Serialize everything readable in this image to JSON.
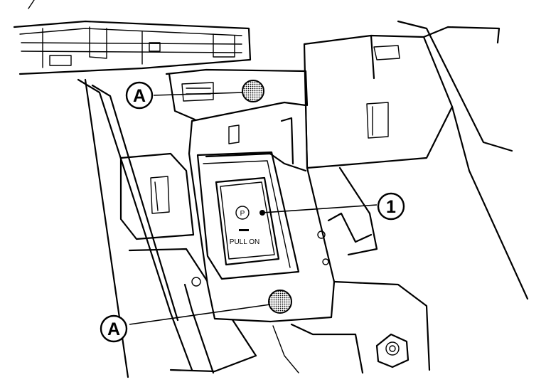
{
  "callouts": {
    "fastener_label_top": "A",
    "fastener_label_bottom": "A",
    "component_label": "1"
  },
  "switch": {
    "symbol": "P",
    "label": "PULL ON"
  }
}
